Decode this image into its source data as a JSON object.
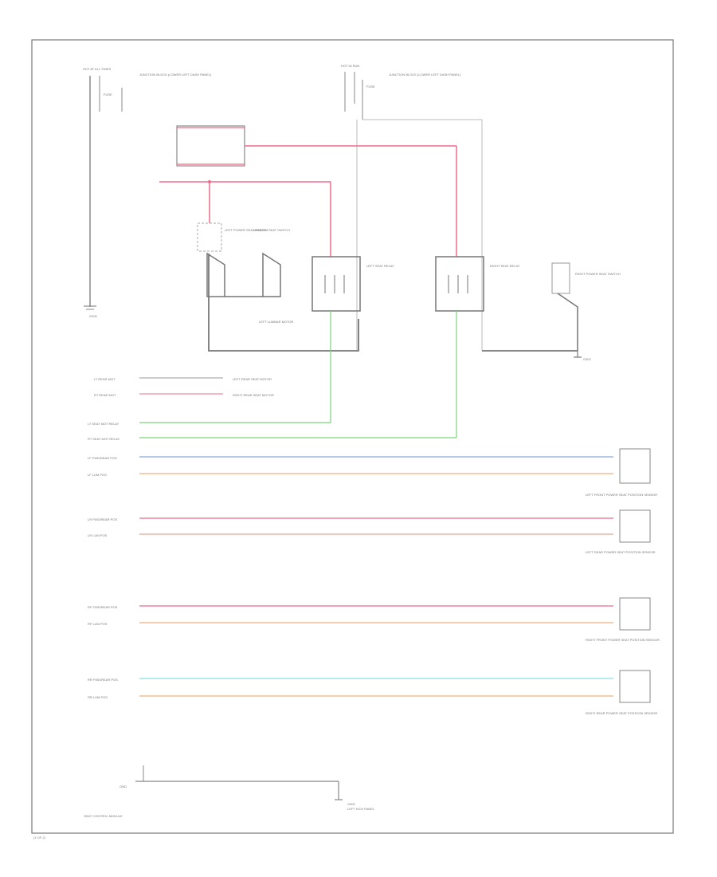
{
  "title": "",
  "colors": {
    "wire_dark": "#888888",
    "wire_pink": "#f06a8a",
    "wire_green": "#7ad67a",
    "wire_blue": "#8aaad8",
    "wire_orange": "#f0b07a",
    "wire_peach": "#e0a898",
    "wire_cyan": "#8ae0e0",
    "wire_gray": "#b0b0b0",
    "border": "#777777"
  },
  "icons": [
    "ground-icon",
    "relay-icon",
    "motor-icon",
    "switch-icon"
  ],
  "labels": {
    "hot_all_times": "HOT AT ALL TIMES",
    "fuse_left": "FUSE",
    "junction_left": "JUNCTION BLOCK (LOWER LEFT DASH PANEL)",
    "hot_run": "HOT IN RUN",
    "fuse_right": "FUSE",
    "junction_right": "JUNCTION BLOCK (LOWER LEFT DASH PANEL)",
    "ground_left": "G200",
    "left_power_seat_switch": "LEFT POWER SEAT SWITCH",
    "left_power_seat_mem": "MEMORY SEAT SWITCH",
    "left_lumbar_motor": "LEFT LUMBAR MOTOR",
    "left_relay": "LEFT SEAT RELAY",
    "right_relay": "RIGHT SEAT RELAY",
    "right_seat_switch": "RIGHT POWER SEAT SWITCH",
    "ground_right": "G302",
    "lt_rear_mot": "LT REAR MOT",
    "rt_rear_mot": "RT REAR MOT",
    "lt_rear_mot_desc": "LEFT REAR SEAT MOTOR",
    "rt_rear_mot_desc": "RIGHT REAR SEAT MOTOR",
    "lt_seat_mot_relay": "LT SEAT MOT RELAY",
    "rt_seat_mot_relay": "RT SEAT MOT RELAY",
    "lf_fwd": "LF FWD/REAR POS",
    "lf_lum": "LF LUM POS",
    "lr_fwd": "LR FWD/REAR POS",
    "lr_lum": "LR LUM POS",
    "rf_fwd": "RF FWD/REAR POS",
    "rf_lum": "RF LUM POS",
    "rr_fwd": "RR FWD/REAR POS",
    "rr_lum": "RR LUM POS",
    "sensor1": "LEFT FRONT POWER SEAT POSITION SENSOR",
    "sensor2": "LEFT REAR POWER SEAT POSITION SENSOR",
    "sensor3": "RIGHT FRONT POWER SEAT POSITION SENSOR",
    "sensor4": "RIGHT REAR POWER SEAT POSITION SENSOR",
    "gnd_label": "GND",
    "module": "SEAT CONTROL MODULE",
    "ground_bottom": "G300",
    "ground_bottom_desc": "LEFT KICK PANEL",
    "footer": "(1 OF 2)"
  }
}
